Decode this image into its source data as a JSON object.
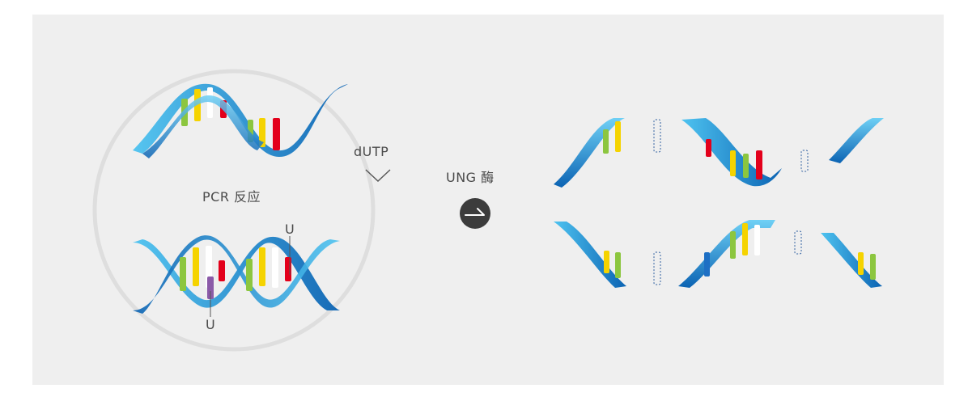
{
  "labels": {
    "pcr_reaction": "PCR 反应",
    "dutp": "dUTP",
    "ung_enzyme": "UNG 酶",
    "u_marker_upper": "U",
    "u_marker_lower": "U"
  },
  "colors": {
    "background_panel": "#efefef",
    "circle_outline": "#dedede",
    "ribbon_light": "#4ec3f0",
    "ribbon_dark": "#0b63b3",
    "base_green": "#8cc63f",
    "base_yellow": "#f5d300",
    "base_red": "#e3001b",
    "base_blue": "#1d6fc4",
    "base_purple": "#8b5aa8",
    "button_fill": "#3c3c3c"
  },
  "icons": {
    "process_button": "arrow-right-icon",
    "dutp_pointer": "chevron-down-icon"
  }
}
